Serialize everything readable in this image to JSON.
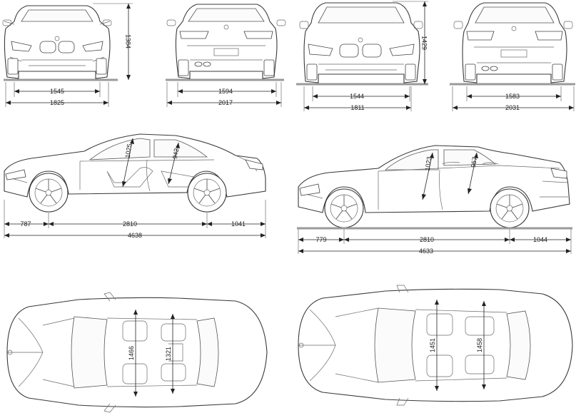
{
  "coupe": {
    "front_track": "1545",
    "front_width": "1825",
    "height": "1384",
    "rear_track": "1594",
    "rear_width": "2017",
    "front_overhang": "787",
    "wheelbase": "2810",
    "rear_overhang": "1041",
    "length": "4638",
    "front_headroom": "1025",
    "rear_headroom": "942",
    "front_shoulder": "1466",
    "rear_shoulder": "1321"
  },
  "sedan": {
    "front_track": "1544",
    "front_width": "1811",
    "height": "1429",
    "rear_track": "1583",
    "rear_width": "2031",
    "front_overhang": "779",
    "wheelbase": "2810",
    "rear_overhang": "1044",
    "length": "4633",
    "front_headroom": "1023",
    "rear_headroom": "957",
    "front_shoulder": "1451",
    "rear_shoulder": "1458"
  },
  "colors": {
    "line": "#3a3a3a",
    "ground": "#9a9a9a",
    "background": "#ffffff"
  }
}
